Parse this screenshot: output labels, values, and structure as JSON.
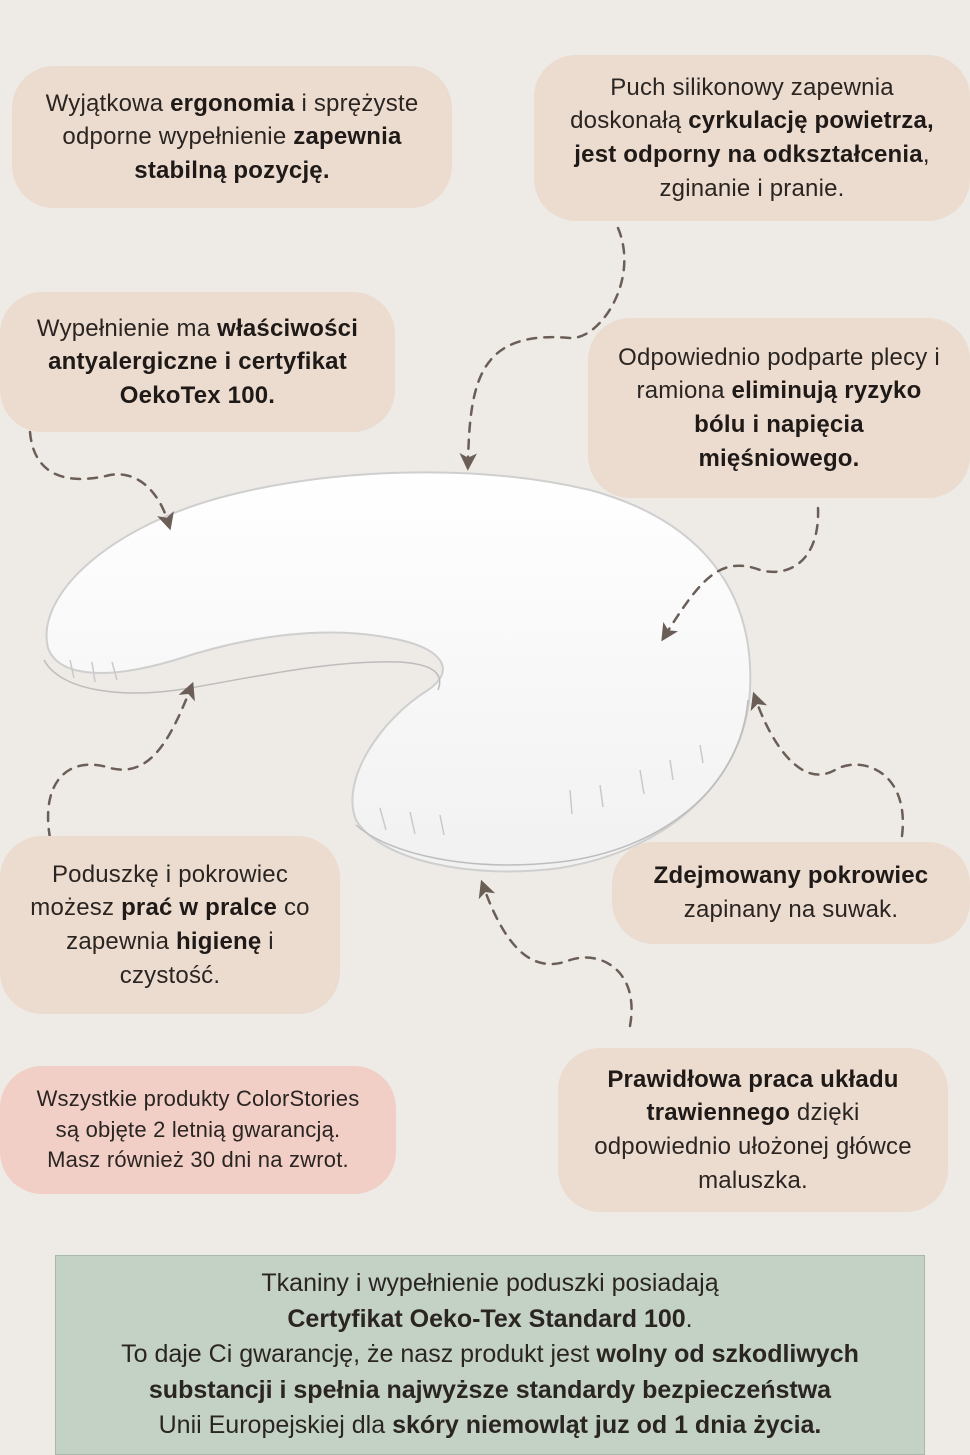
{
  "features": {
    "ergonomics": {
      "t1": "Wyjątkowa ",
      "b1": "ergonomia",
      "t2": " i sprężyste odporne wypełnienie ",
      "b2": "zapewnia stabilną pozycję."
    },
    "silicone": {
      "t1": "Puch silikonowy zapewnia doskonałą ",
      "b1": "cyrkulację powietrza, jest odporny na odkształcenia",
      "t2": ", zginanie i pranie."
    },
    "antiallergic": {
      "t1": "Wypełnienie ma ",
      "b1": "właściwości antyalergiczne i certyfikat OekoTex 100."
    },
    "support": {
      "t1": "Odpowiednio podparte plecy i ramiona ",
      "b1": "eliminują ryzyko bólu i napięcia mięśniowego."
    },
    "washable": {
      "t1": "Poduszkę i pokrowiec możesz  ",
      "b1": "prać w pralce",
      "t2": " co zapewnia ",
      "b2": "higienę",
      "t3": " i czystość."
    },
    "cover": {
      "b1": "Zdejmowany pokrowiec",
      "t1": " zapinany na suwak."
    },
    "warranty": {
      "t1": "Wszystkie produkty ColorStories są objęte 2 letnią gwarancją. Masz również 30 dni na zwrot."
    },
    "digestion": {
      "b1": "Prawidłowa praca układu trawiennego",
      "t1": " dzięki odpowiednio ułożonej główce maluszka."
    }
  },
  "certificate": {
    "t1": "Tkaniny i wypełnienie poduszki posiadają",
    "b1": "Certyfikat Oeko-Tex Standard 100",
    "t2": ".",
    "t3": "To daje Ci gwarancję, że nasz produkt jest ",
    "b2": "wolny od szkodliwych substancji i spełnia najwyższe standardy bezpieczeństwa",
    "t4": "Unii Europejskiej dla ",
    "b3": "skóry niemowląt juz od 1 dnia życia."
  },
  "colors": {
    "background": "#eeebe6",
    "bubble": "#ecdcd0",
    "bubble_pink": "#f1cfc7",
    "certificate_box": "#c3d2c5",
    "arrow": "#6b5e57"
  }
}
